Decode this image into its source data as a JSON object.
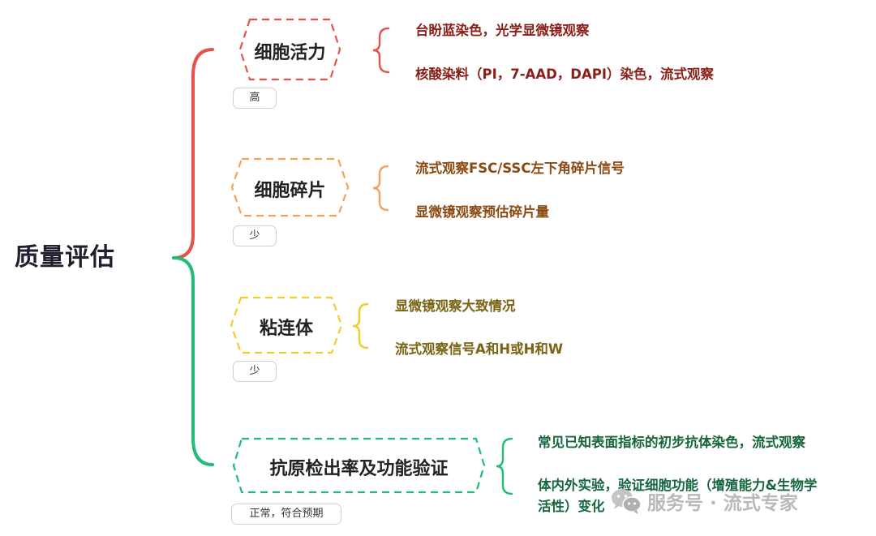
{
  "diagram": {
    "root": {
      "label": "质量评估"
    },
    "branches": [
      {
        "label": "细胞活力",
        "tag": "高",
        "color": "#e8514a",
        "details": [
          "台盼蓝染色，光学显微镜观察",
          "核酸染料（PI，7-AAD，DAPI）染色，流式观察"
        ],
        "detail_color": "#8a1f19"
      },
      {
        "label": "细胞碎片",
        "tag": "少",
        "color": "#f5a25d",
        "details": [
          "流式观察FSC/SSC左下角碎片信号",
          "显微镜观察预估碎片量"
        ],
        "detail_color": "#8a4a12"
      },
      {
        "label": "粘连体",
        "tag": "少",
        "color": "#f0cd2e",
        "details": [
          "显微镜观察大致情况",
          "流式观察信号A和H或H和W"
        ],
        "detail_color": "#7a6312"
      },
      {
        "label": "抗原检出率及功能验证",
        "tag": "正常，符合预期",
        "color": "#22bb77",
        "details": [
          "常见已知表面指标的初步抗体染色，流式观察",
          "体内外实验，验证细胞功能（增殖能力&生物学",
          "活性）变化"
        ],
        "detail_color": "#16663e"
      }
    ],
    "connector_colors": {
      "upper": "#e8514a",
      "lower": "#22bb77"
    }
  },
  "watermark": {
    "text": "服务号 · 流式专家",
    "icon": "wechat-icon"
  }
}
